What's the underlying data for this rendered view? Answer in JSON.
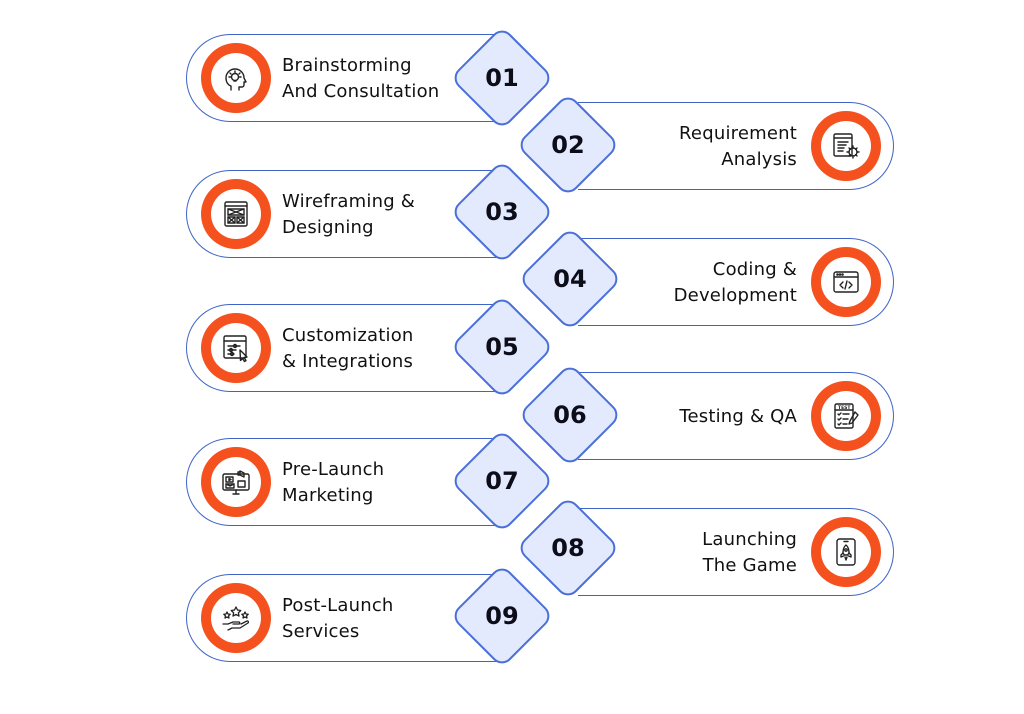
{
  "accent_color": "#f4511e",
  "outline_color": "#3f63c8",
  "diamond_fill": "#e3eafd",
  "steps": [
    {
      "number": "01",
      "label": "Brainstorming\nAnd Consultation",
      "icon": "brain-idea-icon"
    },
    {
      "number": "02",
      "label": "Requirement\nAnalysis",
      "icon": "gear-document-icon"
    },
    {
      "number": "03",
      "label": "Wireframing &\nDesigning",
      "icon": "wireframe-icon"
    },
    {
      "number": "04",
      "label": "Coding &\nDevelopment",
      "icon": "code-browser-icon"
    },
    {
      "number": "05",
      "label": "Customization\n& Integrations",
      "icon": "settings-cursor-icon"
    },
    {
      "number": "06",
      "label": "Testing & QA",
      "icon": "test-checklist-icon"
    },
    {
      "number": "07",
      "label": "Pre-Launch\nMarketing",
      "icon": "marketing-screen-icon"
    },
    {
      "number": "08",
      "label": "Launching\nThe Game",
      "icon": "rocket-phone-icon"
    },
    {
      "number": "09",
      "label": "Post-Launch\nServices",
      "icon": "stars-hand-icon"
    }
  ]
}
